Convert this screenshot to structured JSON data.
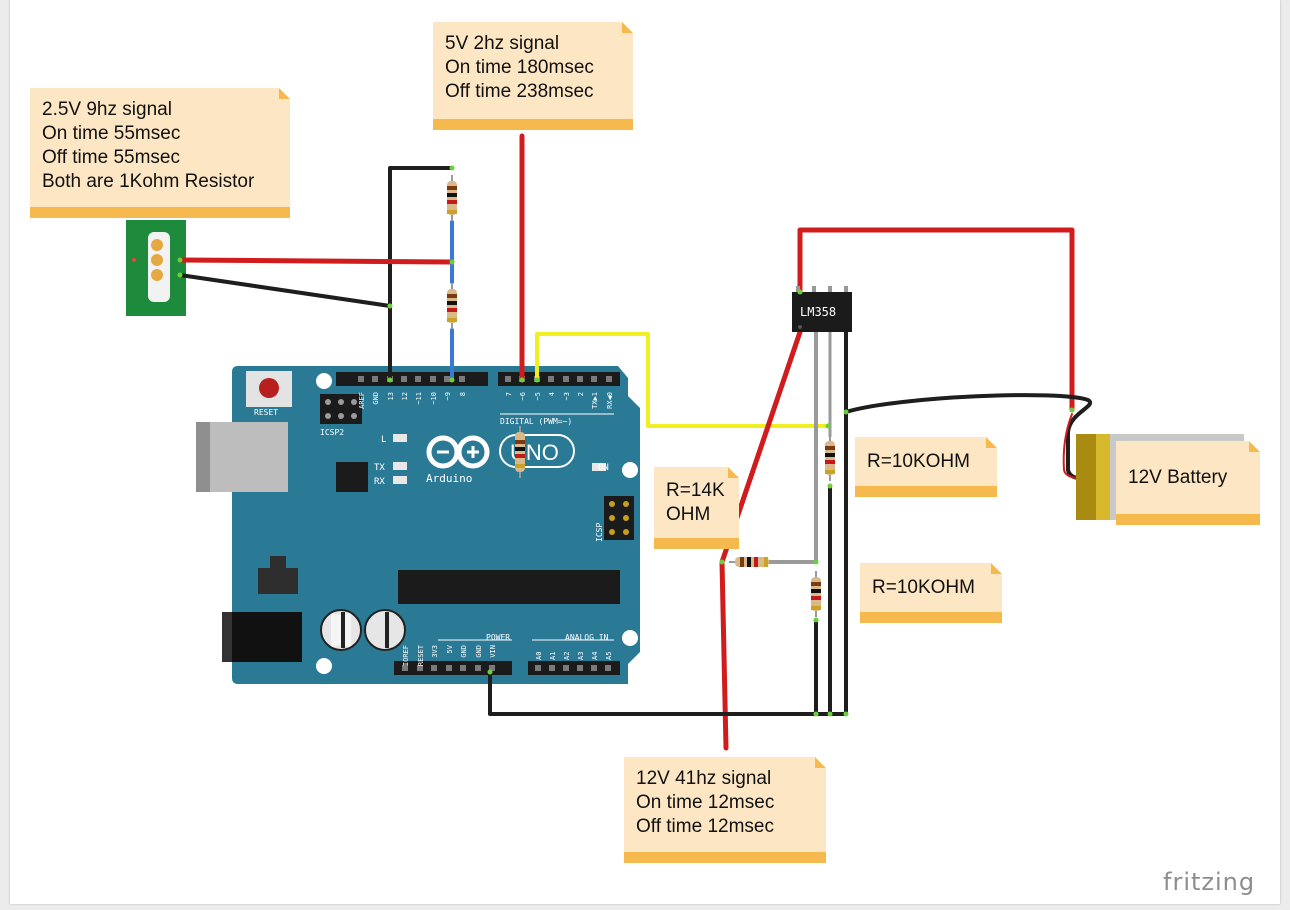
{
  "notes": {
    "ir_sensor": [
      "2.5V 9hz signal",
      "On time 55msec",
      "Off time 55msec",
      "Both are 1Kohm Resistor"
    ],
    "arduino_out": [
      "5V 2hz signal",
      "On time 180msec",
      "Off time 238msec"
    ],
    "r14k": [
      "R=14K",
      "OHM"
    ],
    "r10k_a": [
      "R=10KOHM"
    ],
    "r10k_b": [
      "R=10KOHM"
    ],
    "battery": [
      "12V Battery"
    ],
    "output": [
      "12V 41hz signal",
      "On time 12msec",
      "Off time 12msec"
    ]
  },
  "components": {
    "ic_label": "LM358",
    "board": {
      "logo": "Arduino",
      "model": "UNO",
      "reset_label": "RESET",
      "icsp2_label": "ICSP2",
      "icsp_label": "ICSP",
      "led_l": "L",
      "led_tx": "TX",
      "led_rx": "RX",
      "led_on": "ON",
      "digital_label": "DIGITAL (PWM=~)",
      "power_label": "POWER",
      "analog_label": "ANALOG IN",
      "top_pins": [
        "AREF",
        "GND",
        "13",
        "12",
        "~11",
        "~10",
        "~9",
        "8",
        "7",
        "~6",
        "~5",
        "4",
        "~3",
        "2",
        "TX▶1",
        "RX◀0"
      ],
      "power_pins": [
        "IOREF",
        "RESET",
        "3V3",
        "5V",
        "GND",
        "GND",
        "VIN"
      ],
      "analog_pins": [
        "A0",
        "A1",
        "A2",
        "A3",
        "A4",
        "A5"
      ]
    }
  },
  "watermark": "fritzing",
  "colors": {
    "wire_red": "#d01c1c",
    "wire_black": "#1e1e1e",
    "wire_yellow": "#f2ee24",
    "wire_gray": "#9a9a9a",
    "wire_blue": "#3a78d4",
    "board": "#2a7a96",
    "note_bg": "#fde6c4",
    "note_bar": "#f6b94d"
  }
}
